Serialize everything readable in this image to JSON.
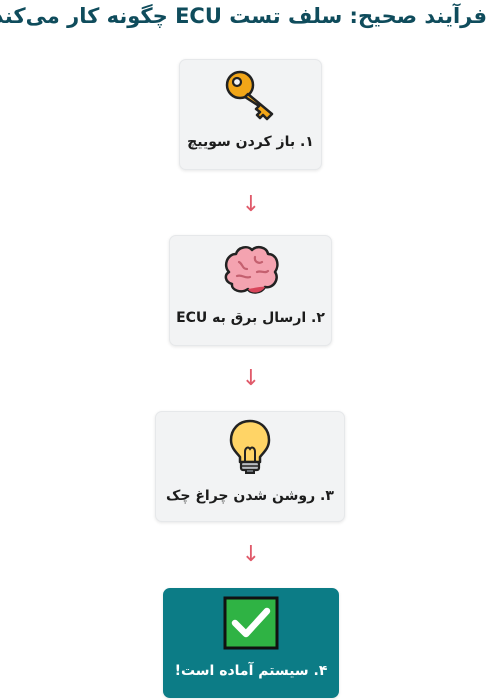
{
  "title": "فرآیند صحیح: سلف تست ECU چگونه کار می‌کند؟",
  "steps": [
    {
      "label": "۱. باز کردن سوییچ",
      "icon": "key-icon"
    },
    {
      "label": "۲. ارسال برق به ECU",
      "icon": "brain-icon"
    },
    {
      "label": "۳. روشن شدن چراغ چک",
      "icon": "light-bulb-icon"
    },
    {
      "label": "۴. سیستم آماده است!",
      "icon": "check-mark-icon"
    }
  ],
  "arrow_glyph": "↓",
  "colors": {
    "title": "#0f4c5c",
    "arrow": "#e05a6a",
    "final_box": "#0c7c86",
    "check_green": "#2fb344"
  }
}
